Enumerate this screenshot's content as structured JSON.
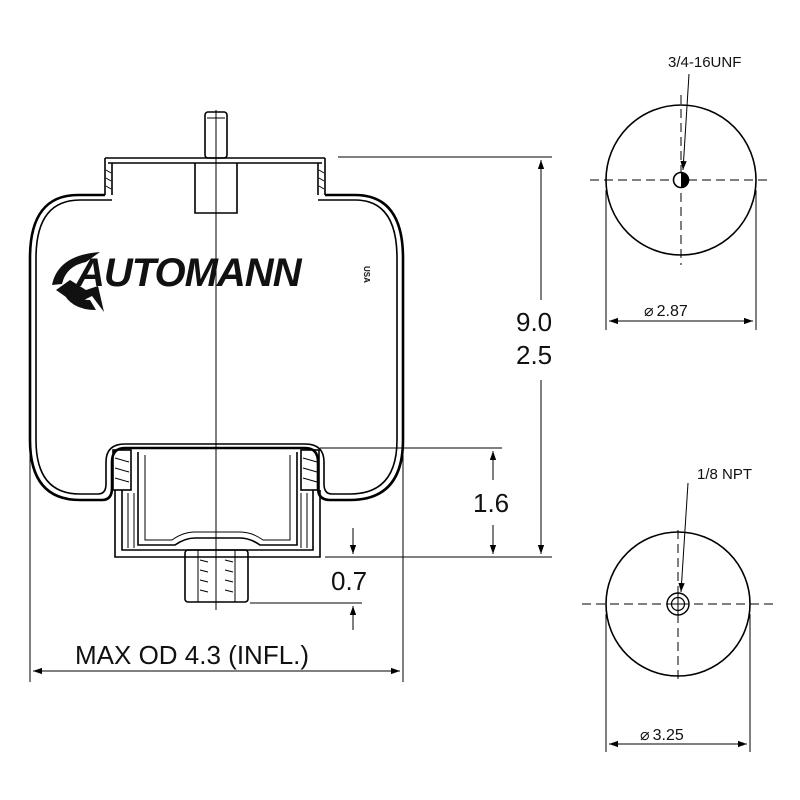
{
  "drawing": {
    "logo": {
      "brand": "AUTOMANN",
      "suffix": "USA"
    },
    "dimensions": {
      "height_max": "9.0",
      "height_min": "2.5",
      "piston_height": "1.6",
      "stud_length": "0.7",
      "max_od": "MAX OD 4.3 (INFL.)"
    },
    "top_view": {
      "thread_callout": "3/4-16UNF",
      "diameter": "2.87"
    },
    "bottom_view": {
      "port_callout": "1/8 NPT",
      "diameter": "3.25"
    },
    "diameter_symbol": "⌀"
  }
}
